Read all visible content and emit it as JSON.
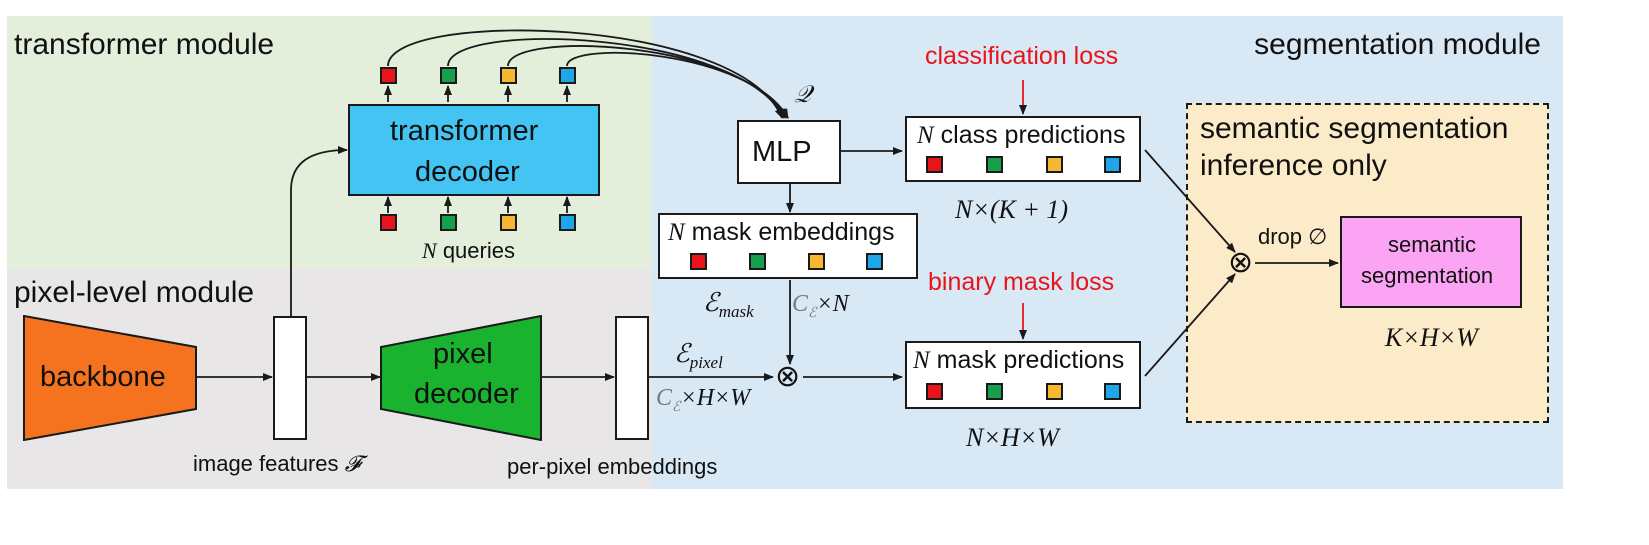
{
  "modules": {
    "transformer": "transformer module",
    "pixel_level": "pixel-level module",
    "segmentation": "segmentation module"
  },
  "inference_box": {
    "line1": "semantic segmentation",
    "line2": "inference only"
  },
  "blocks": {
    "backbone": "backbone",
    "pixel_decoder_l1": "pixel",
    "pixel_decoder_l2": "decoder",
    "transformer_decoder_l1": "transformer",
    "transformer_decoder_l2": "decoder",
    "mlp": "MLP",
    "semantic_seg_l1": "semantic",
    "semantic_seg_l2": "segmentation"
  },
  "labels": {
    "image_features": "image features",
    "image_features_sym": "𝓕",
    "per_pixel_embeddings": "per-pixel embeddings",
    "queries_sym": "N",
    "queries": "queries",
    "q_sym": "𝒬",
    "mask_embeddings_sym": "N",
    "mask_embeddings": "mask embeddings",
    "class_predictions_sym": "N",
    "class_predictions": "class predictions",
    "mask_predictions_sym": "N",
    "mask_predictions": "mask predictions",
    "e_mask": "ℰ",
    "e_mask_sub": "mask",
    "c_e_n": "C",
    "c_e_n_sub": "ℰ",
    "c_e_n_rest": "×N",
    "e_pixel": "ℰ",
    "e_pixel_sub": "pixel",
    "c_e_hw": "C",
    "c_e_hw_sub": "ℰ",
    "c_e_hw_rest": "×H×W",
    "dim_class": "N×(K + 1)",
    "dim_mask": "N×H×W",
    "dim_semantic": "K×H×W",
    "drop": "drop ∅",
    "classification_loss": "classification loss",
    "binary_mask_loss": "binary mask loss",
    "product_symbol": "⊗"
  },
  "colors": {
    "transformer_bg": "#e3eedb",
    "pixel_bg": "#e8e6e6",
    "segmentation_bg": "#d9e8f5",
    "inference_bg": "#fcebc9",
    "backbone": "#f5721f",
    "pixel_decoder": "#19b330",
    "transformer_decoder": "#44c4f2",
    "semantic_block": "#fca4f4",
    "loss_text": "#e8141b",
    "query_colors": [
      "#e8141b",
      "#16a04b",
      "#f7b731",
      "#1ea6e8"
    ]
  }
}
